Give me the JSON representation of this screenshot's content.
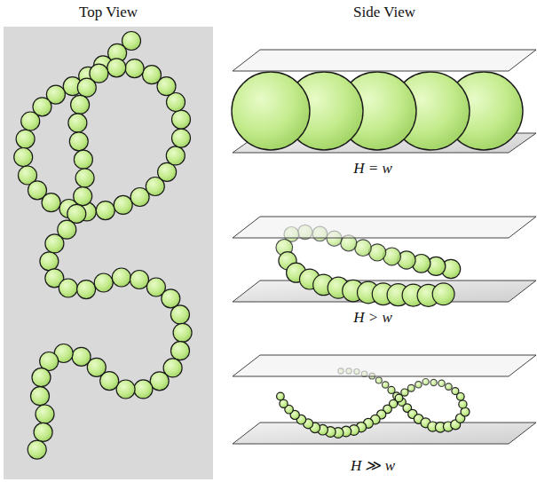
{
  "diagram": {
    "labels": [
      "Top View",
      "Side View",
      "H = w",
      "H > w",
      "H ≫ w"
    ]
  }
}
